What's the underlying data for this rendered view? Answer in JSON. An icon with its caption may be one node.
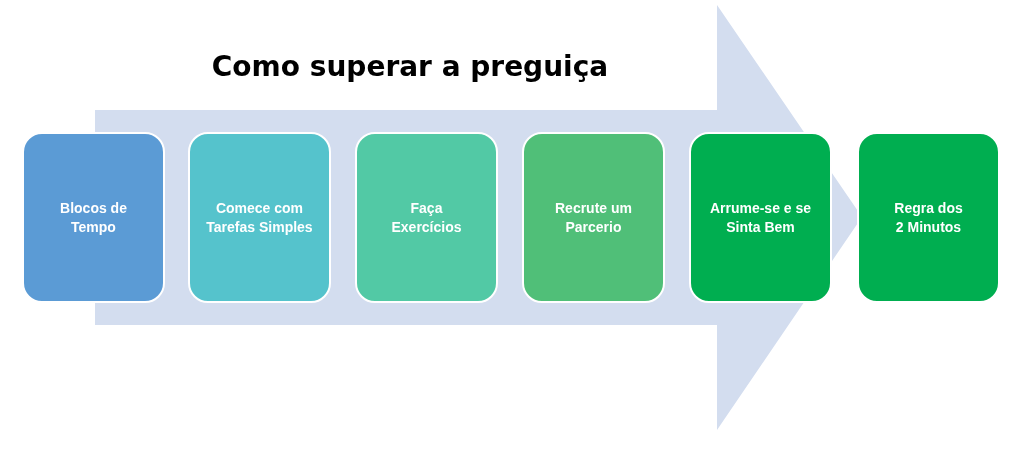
{
  "diagram": {
    "title": "Como superar a preguiça",
    "nodes": [
      {
        "text": [
          "Blocos de Tempo"
        ]
      },
      {
        "text": [
          "Comece com Tarefas Simples"
        ]
      },
      {
        "text": [
          "Faça Exercícios"
        ]
      },
      {
        "text": [
          "Recrute um Parcerio"
        ]
      },
      {
        "text": [
          "Arrume-se e se Sinta Bem"
        ]
      },
      {
        "text": [
          "Regra dos 2 Minutos"
        ]
      }
    ],
    "edges": [
      {
        "from": 0,
        "to": 5,
        "arrow": "to"
      }
    ]
  }
}
